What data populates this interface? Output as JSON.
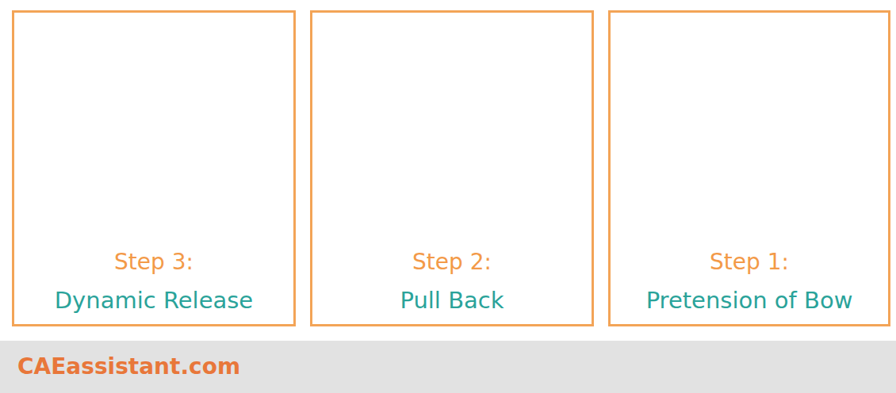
{
  "diagram": {
    "nodes": [
      {
        "text": [
          "Step 3:",
          "Dynamic Release"
        ]
      },
      {
        "text": [
          "Step 2:",
          "Pull Back"
        ]
      },
      {
        "text": [
          "Step 1:",
          "Pretension of Bow"
        ]
      },
      {
        "text": [
          "CAEassistant.com"
        ]
      }
    ]
  }
}
